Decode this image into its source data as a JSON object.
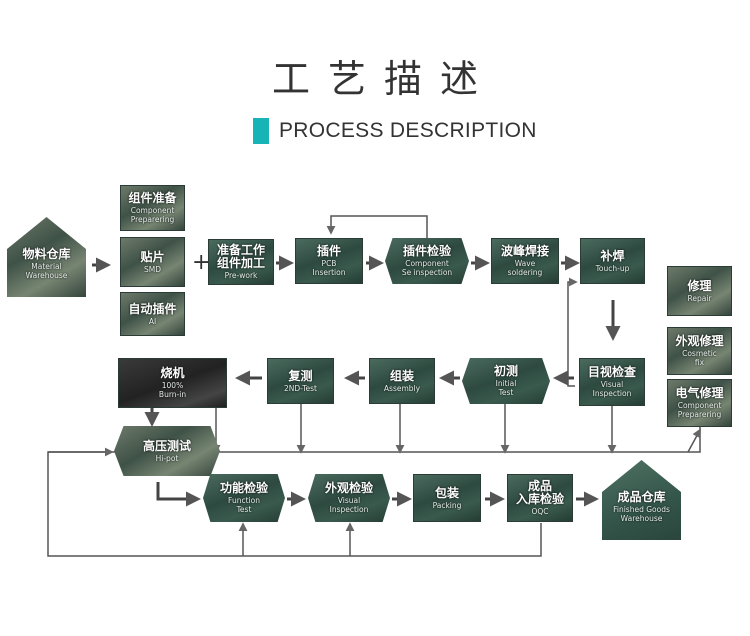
{
  "header": {
    "title": "工艺描述",
    "subtitle": "PROCESS DESCRIPTION"
  },
  "plus_sign": "+",
  "nodes": {
    "material_warehouse": {
      "zh": "物料仓库",
      "en": "Material\nWarehouse"
    },
    "component_prep": {
      "zh": "组件准备",
      "en": "Component\nPreparering"
    },
    "smd": {
      "zh": "贴片",
      "en": "SMD"
    },
    "ai": {
      "zh": "自动插件",
      "en": "AI"
    },
    "pre_work": {
      "zh": "准备工作\n组件加工",
      "en": "Pre-work"
    },
    "pcb_insertion": {
      "zh": "插件",
      "en": "PCB\nInsertion"
    },
    "component_inspection": {
      "zh": "插件检验",
      "en": "Component\nSe inspection"
    },
    "wave_soldering": {
      "zh": "波峰焊接",
      "en": "Wave\nsoldering"
    },
    "touch_up": {
      "zh": "补焊",
      "en": "Touch-up"
    },
    "repair": {
      "zh": "修理",
      "en": "Repair"
    },
    "cosmetic_fix": {
      "zh": "外观修理",
      "en": "Cosmetic\nfix"
    },
    "electrical_repair": {
      "zh": "电气修理",
      "en": "Component\nPreparering"
    },
    "visual_inspection": {
      "zh": "目视检查",
      "en": "Visual\nInspection"
    },
    "initial_test": {
      "zh": "初测",
      "en": "Initial\nTest"
    },
    "assembly": {
      "zh": "组装",
      "en": "Assembly"
    },
    "second_test": {
      "zh": "复测",
      "en": "2ND-Test"
    },
    "burn_in": {
      "zh": "烧机",
      "en": "100%\nBurn-in"
    },
    "hi_pot": {
      "zh": "高压测试",
      "en": "Hi-pot"
    },
    "function_test": {
      "zh": "功能检验",
      "en": "Function\nTest"
    },
    "visual_inspection_2": {
      "zh": "外观检验",
      "en": "Visual\nInspection"
    },
    "packing": {
      "zh": "包装",
      "en": "Packing"
    },
    "oqc": {
      "zh": "成品\n入库检验",
      "en": "OQC"
    },
    "finished_warehouse": {
      "zh": "成品仓库",
      "en": "Finished Goods\nWarehouse"
    }
  }
}
